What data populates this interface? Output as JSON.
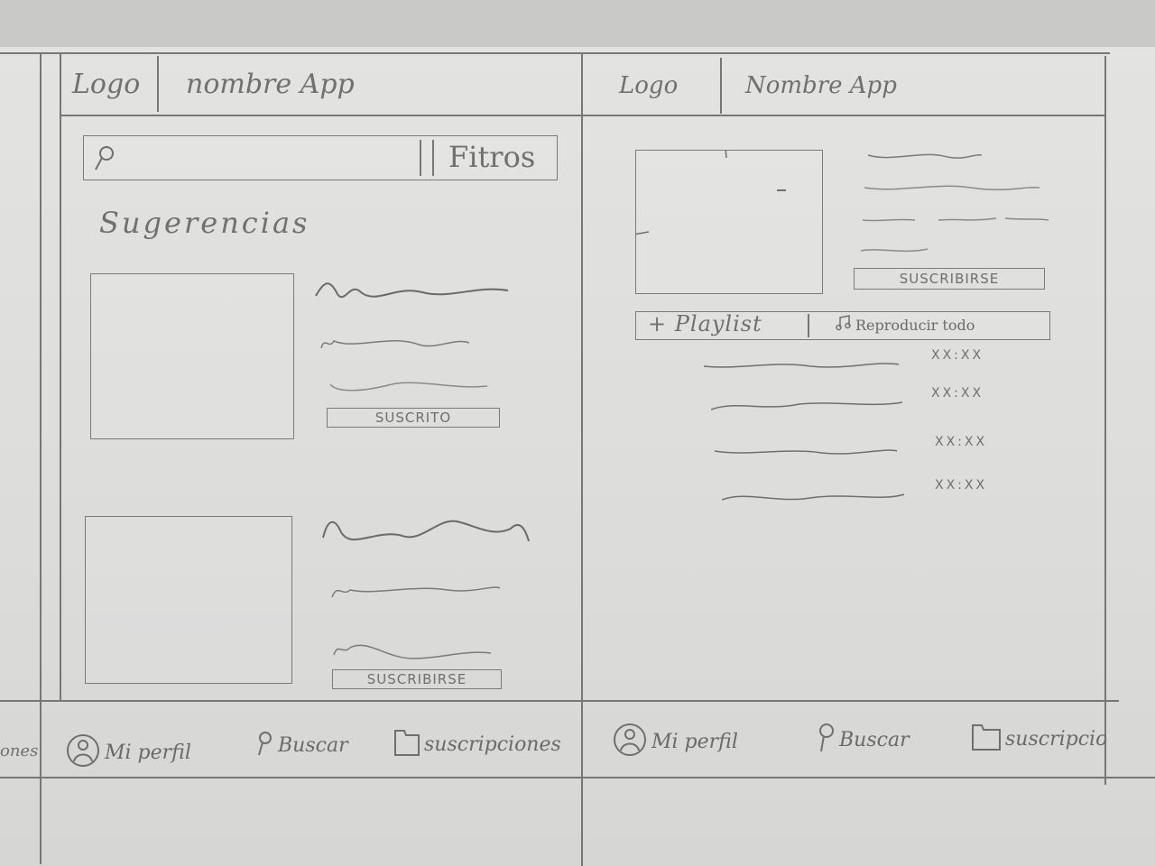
{
  "screen_left": {
    "header": {
      "logo": "Logo",
      "app_name": "nombre App"
    },
    "search": {
      "filter_label": "Fitros"
    },
    "section_title": "Sugerencias",
    "cards": [
      {
        "button_label": "SUSCRITO"
      },
      {
        "button_label": "SUSCRIBIRSE"
      }
    ],
    "nav": {
      "profile": "Mi perfil",
      "search": "Buscar",
      "subscriptions": "suscripciones"
    }
  },
  "screen_right": {
    "header": {
      "logo": "Logo",
      "app_name": "Nombre App"
    },
    "subscribe_label": "SUSCRIBIRSE",
    "playlist_label": "+ Playlist",
    "play_all_label": "Reproducir todo",
    "tracks": [
      {
        "duration": "XX:XX"
      },
      {
        "duration": "XX:XX"
      },
      {
        "duration": "XX:XX"
      },
      {
        "duration": "XX:XX"
      }
    ],
    "nav": {
      "profile": "Mi perfil",
      "search": "Buscar",
      "subscriptions": "suscripciones"
    }
  },
  "edge_left_label": "ones",
  "icons": [
    "search-icon",
    "user-icon",
    "folder-icon",
    "music-icon"
  ]
}
